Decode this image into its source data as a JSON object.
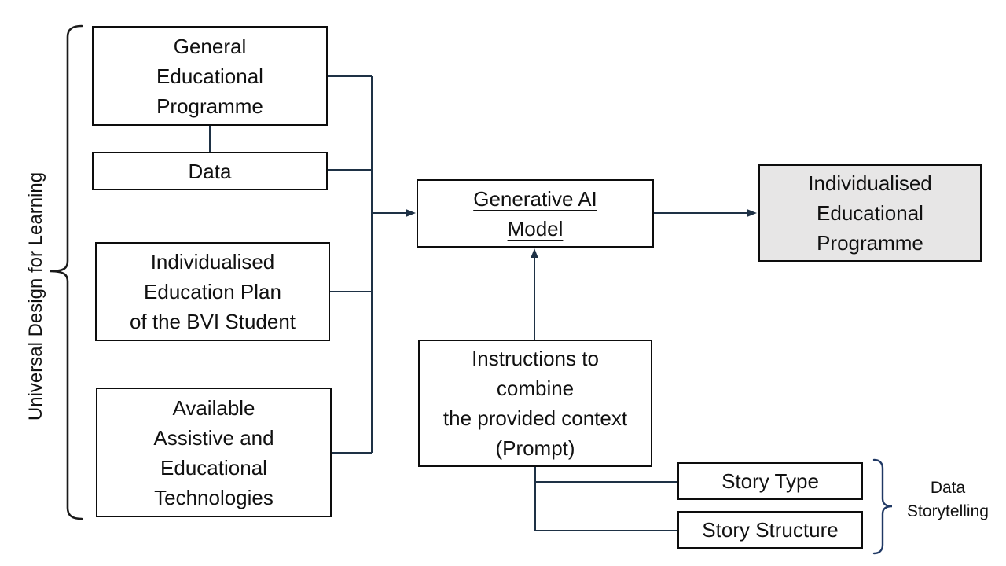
{
  "diagram": {
    "title_context": "Flow diagram: generative AI creation of an individualised educational programme",
    "colors": {
      "background": "#ffffff",
      "connector": "#1e3145",
      "box_border": "#0d0d0d",
      "output_box_fill": "#e7e6e6",
      "left_brace": "#1a1a1a",
      "right_brace": "#1f3864",
      "text": "#111111"
    },
    "boxes": {
      "general_programme": {
        "label": "General\nEducational\nProgramme"
      },
      "data": {
        "label": "Data"
      },
      "iep_bvi": {
        "label": "Individualised\nEducation Plan\nof the BVI Student"
      },
      "assistive": {
        "label": "Available\nAssistive and\nEducational\nTechnologies"
      },
      "genai": {
        "label": "Generative AI\nModel"
      },
      "prompt": {
        "label": "Instructions to\ncombine\nthe provided context\n(Prompt)"
      },
      "output": {
        "label": "Individualised\nEducational\nProgramme"
      },
      "story_type": {
        "label": "Story Type"
      },
      "story_structure": {
        "label": "Story Structure"
      }
    },
    "labels": {
      "udl": "Universal Design for Learning",
      "data_storytelling": "Data\nStorytelling"
    }
  }
}
